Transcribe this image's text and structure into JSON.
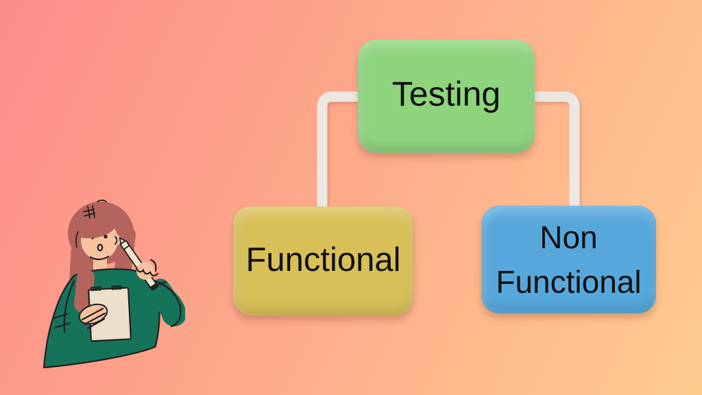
{
  "colors": {
    "bg-start": "#fd8c8b",
    "bg-mid": "#fda98a",
    "bg-end": "#ffcc90",
    "node-testing": "#8ed47d",
    "node-functional": "#d8c058",
    "node-nonfunctional": "#56a8dc",
    "connector": "#ece7e2",
    "text": "#101010",
    "hair": "#b4645d",
    "skin": "#f6c29f",
    "sweater": "#15735a",
    "notepad": "#ece0cb",
    "pencil": "#f1e5cf",
    "outline": "#1f1f1f"
  },
  "diagram": {
    "nodes": {
      "root": {
        "label": "Testing"
      },
      "left": {
        "label": "Functional"
      },
      "right": {
        "label": "Non Functional",
        "lines": [
          "Non",
          "Functional"
        ]
      }
    },
    "edges": [
      {
        "from": "Testing",
        "to": "Functional"
      },
      {
        "from": "Testing",
        "to": "Non Functional"
      }
    ]
  },
  "illustration": {
    "description": "woman thinking with pencil and notepad"
  }
}
